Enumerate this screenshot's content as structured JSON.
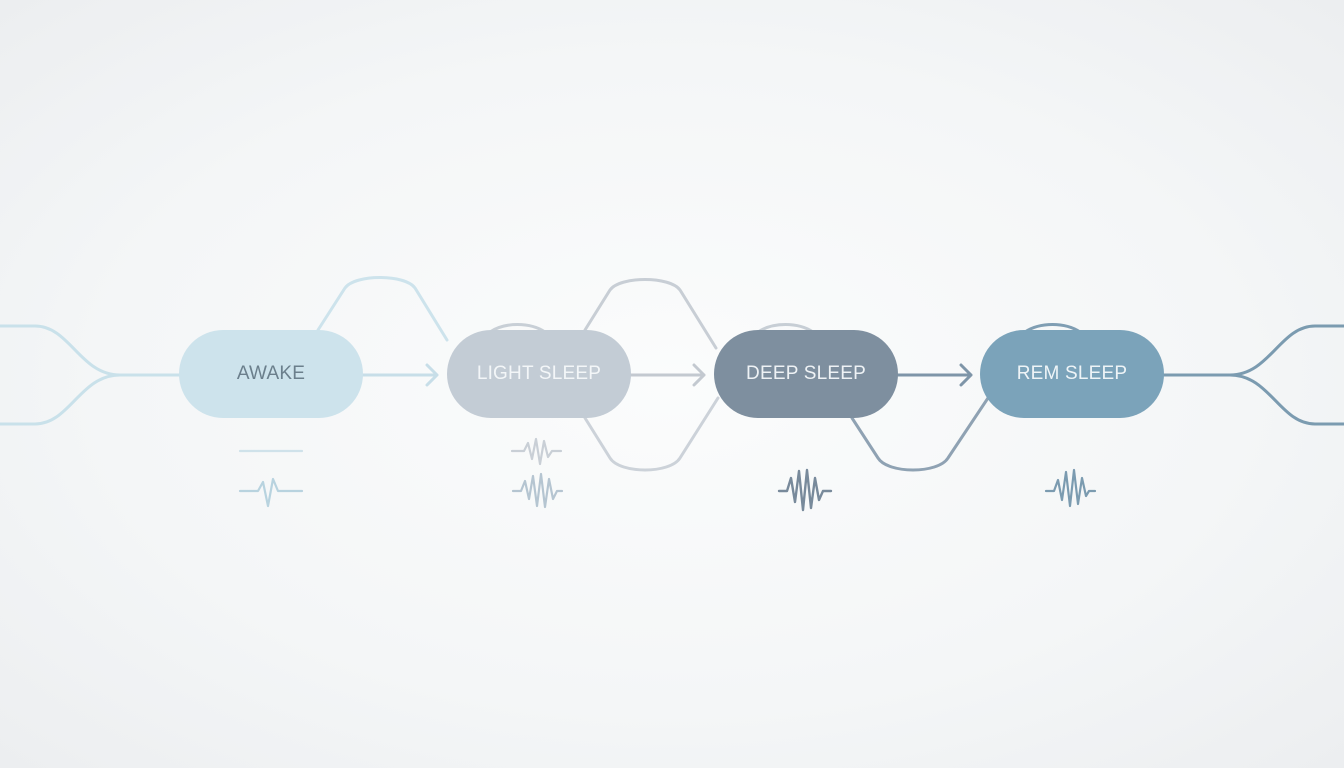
{
  "stages": [
    {
      "id": "awake",
      "label": "AWAKE"
    },
    {
      "id": "light",
      "label": "LIGHT SLEEP"
    },
    {
      "id": "deep",
      "label": "DEEP SLEEP"
    },
    {
      "id": "rem",
      "label": "REM SLEEP"
    }
  ],
  "colors": {
    "awake_fill": "#cde3ec",
    "light_fill": "#c3ccd5",
    "deep_fill": "#7e8f9f",
    "rem_fill": "#7ba3ba",
    "connector_light": "#c7dee8",
    "connector_mid": "#c3c9d0",
    "connector_dark": "#8b9bab",
    "connector_rem": "#7b9bb0"
  },
  "icons": {
    "awake": [
      "flat-line-icon",
      "single-spike-wave-icon"
    ],
    "light": [
      "small-wave-icon",
      "medium-wave-icon"
    ],
    "deep": [
      "large-wave-icon"
    ],
    "rem": [
      "rem-wave-icon"
    ]
  }
}
